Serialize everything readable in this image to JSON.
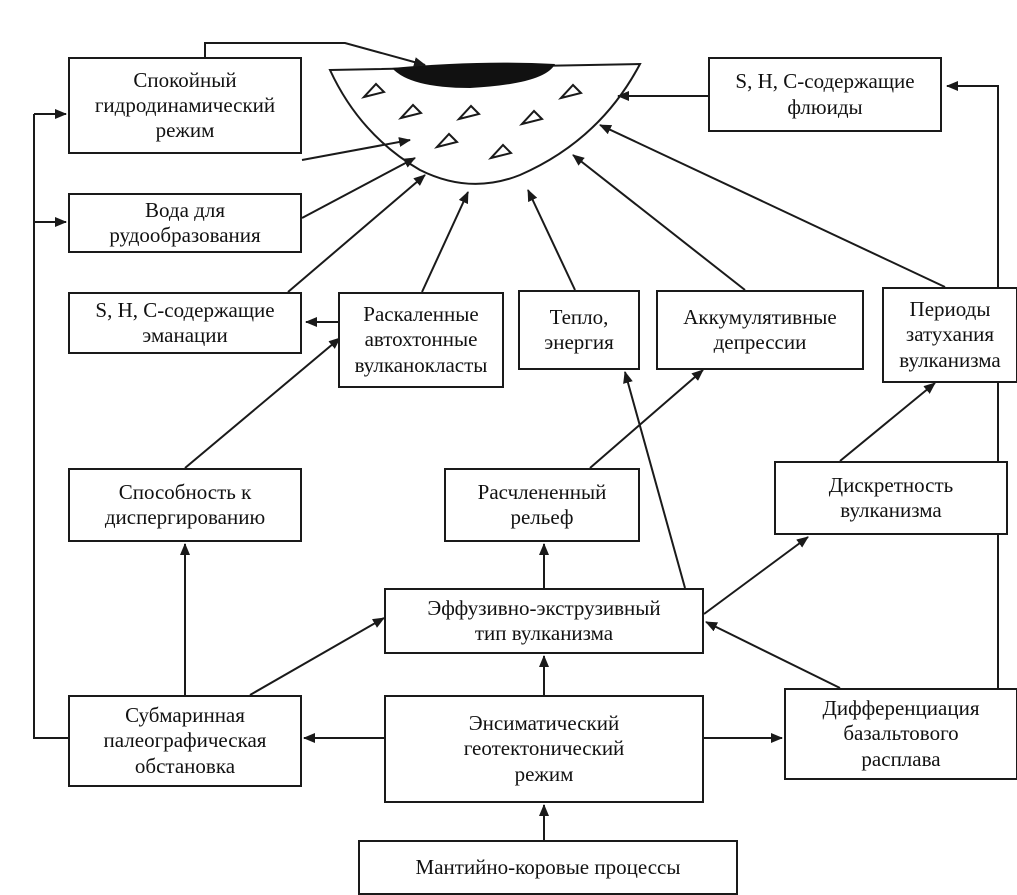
{
  "diagram": {
    "nodes": {
      "calm_hydrodynamic_regime": "Спокойный\nгидродинамический\nрежим",
      "shc_fluids": "S, H, C-содержащие\nфлюиды",
      "ore_water": "Вода для\nрудообразования",
      "shc_emanations": "S, H, C-содержащие\nэманации",
      "hot_volcaniclastics": "Раскаленные\nавтохтонные\nвулканокласты",
      "heat_energy": "Тепло,\nэнергия",
      "accumulative_depressions": "Аккумулятивные\nдепрессии",
      "volcanism_decay_periods": "Периоды\nзатухания\nвулканизма",
      "dispersion_ability": "Способность к\nдиспергированию",
      "dissected_relief": "Расчлененный\nрельеф",
      "volcanism_discreteness": "Дискретность\nвулканизма",
      "effusive_extrusive_type": "Эффузивно-экструзивный\nтип вулканизма",
      "submarine_setting": "Субмаринная\nпалеографическая\nобстановка",
      "ensimatic_regime": "Энсиматический\nгеотектонический\nрежим",
      "basalt_differentiation": "Дифференциация\nбазальтового\nрасплава",
      "mantle_crust_processes": "Мантийно-коровые процессы"
    }
  }
}
